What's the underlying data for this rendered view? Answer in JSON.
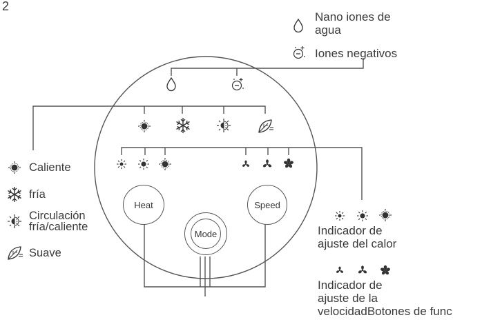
{
  "figure_number": "2",
  "legend_top": {
    "water_label": "Nano iones de\nagua",
    "ion_label": "Iones negativos"
  },
  "legend_left": {
    "hot": "Caliente",
    "cold": "fría",
    "circulation": "Circulación\nfría/caliente",
    "soft": "Suave"
  },
  "buttons": {
    "heat": "Heat",
    "mode": "Mode",
    "speed": "Speed"
  },
  "legend_right": {
    "heat_indicator": "Indicador de\najuste del calor",
    "speed_indicator": "Indicador de\najuste de la\nvelocidadBotones de func"
  },
  "colors": {
    "line": "#555555",
    "icon": "#333333",
    "text": "#3a3a3a"
  }
}
